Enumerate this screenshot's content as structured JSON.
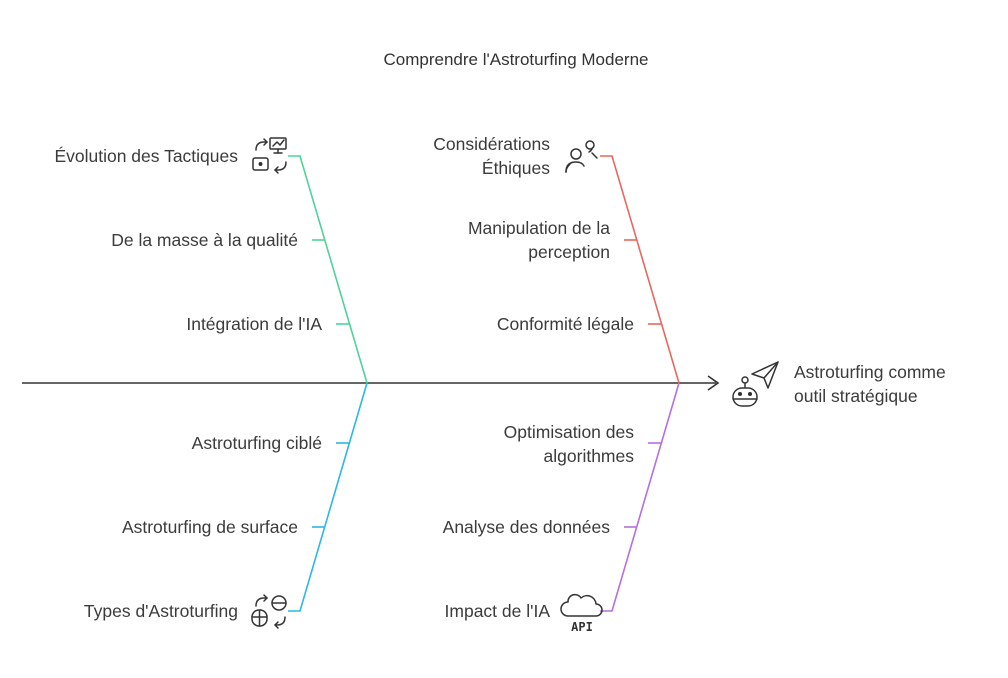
{
  "title": "Comprendre l'Astroturfing Moderne",
  "head_label": [
    "Astroturfing comme",
    "outil stratégique"
  ],
  "branches": {
    "evolution": {
      "color": "#4fd39a",
      "icon": "tactics-icon",
      "items": [
        "Évolution des Tactiques",
        "De la masse à la qualité",
        "Intégration de l'IA"
      ]
    },
    "ethics": {
      "color": "#e8675e",
      "icon": "user-question-icon",
      "items": [
        [
          "Considérations",
          "Éthiques"
        ],
        [
          "Manipulation de la",
          "perception"
        ],
        "Conformité légale"
      ]
    },
    "types": {
      "color": "#2eb6e6",
      "icon": "types-icon",
      "items": [
        "Astroturfing ciblé",
        "Astroturfing de surface",
        "Types d'Astroturfing"
      ]
    },
    "ai_impact": {
      "color": "#b66fe0",
      "icon": "cloud-api-icon",
      "icon_text": "API",
      "items": [
        [
          "Optimisation des",
          "algorithmes"
        ],
        "Analyse des données",
        "Impact de l'IA"
      ]
    }
  },
  "spine_color": "#333333",
  "head_icon": "robot-paper-plane-icon"
}
